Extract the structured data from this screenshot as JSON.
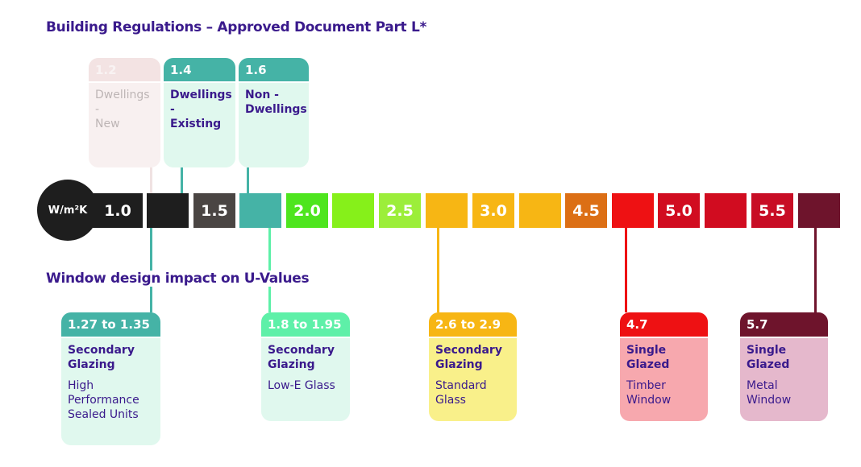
{
  "title_top": "Building Regulations – Approved Document Part L*",
  "title_bottom": "Window design impact on U-Values",
  "unit": "W/m²K",
  "scale": [
    {
      "label": "1.0",
      "color": "#1e1e1e"
    },
    {
      "label": "",
      "color": "#1e1e1e"
    },
    {
      "label": "1.5",
      "color": "#4a4543"
    },
    {
      "label": "",
      "color": "#45b3a6"
    },
    {
      "label": "2.0",
      "color": "#4ee51e"
    },
    {
      "label": "",
      "color": "#86f01a"
    },
    {
      "label": "2.5",
      "color": "#9cee3a"
    },
    {
      "label": "",
      "color": "#f7b614"
    },
    {
      "label": "3.0",
      "color": "#f7b614"
    },
    {
      "label": "",
      "color": "#f7b614"
    },
    {
      "label": "4.5",
      "color": "#dc6f15"
    },
    {
      "label": "",
      "color": "#ee1113"
    },
    {
      "label": "5.0",
      "color": "#d10c20"
    },
    {
      "label": "",
      "color": "#d10c20"
    },
    {
      "label": "5.5",
      "color": "#c80d25"
    },
    {
      "label": "",
      "color": "#6e142c"
    }
  ],
  "regulations": [
    {
      "value": "1.2",
      "line1": "Dwellings -",
      "line2": "New",
      "header_color": "#f3e3e3",
      "body_color": "#f8f0f0",
      "text_color": "#bdb5b5"
    },
    {
      "value": "1.4",
      "line1": "Dwellings -",
      "line2": "Existing",
      "header_color": "#45b3a6",
      "body_color": "#e0f8ee",
      "text_color": "#3a1a8c"
    },
    {
      "value": "1.6",
      "line1": "Non -",
      "line2": "Dwellings",
      "header_color": "#45b3a6",
      "body_color": "#e0f8ee",
      "text_color": "#3a1a8c"
    }
  ],
  "windows": [
    {
      "value": "1.27 to 1.35",
      "type": "Secondary Glazing",
      "detail": "High Performance Sealed Units",
      "header_color": "#45b3a6",
      "body_color": "#e0f8ee"
    },
    {
      "value": "1.8 to 1.95",
      "type": "Secondary Glazing",
      "detail": "Low-E Glass",
      "header_color": "#5ef0a8",
      "body_color": "#e0f8ee"
    },
    {
      "value": "2.6 to 2.9",
      "type": "Secondary Glazing",
      "detail": "Standard Glass",
      "header_color": "#f7b614",
      "body_color": "#f9f08a"
    },
    {
      "value": "4.7",
      "type": "Single Glazed",
      "detail": "Timber Window",
      "header_color": "#ee1113",
      "body_color": "#f7a8ae"
    },
    {
      "value": "5.7",
      "type": "Single Glazed",
      "detail": "Metal Window",
      "header_color": "#6e142c",
      "body_color": "#e5b8cc"
    }
  ]
}
